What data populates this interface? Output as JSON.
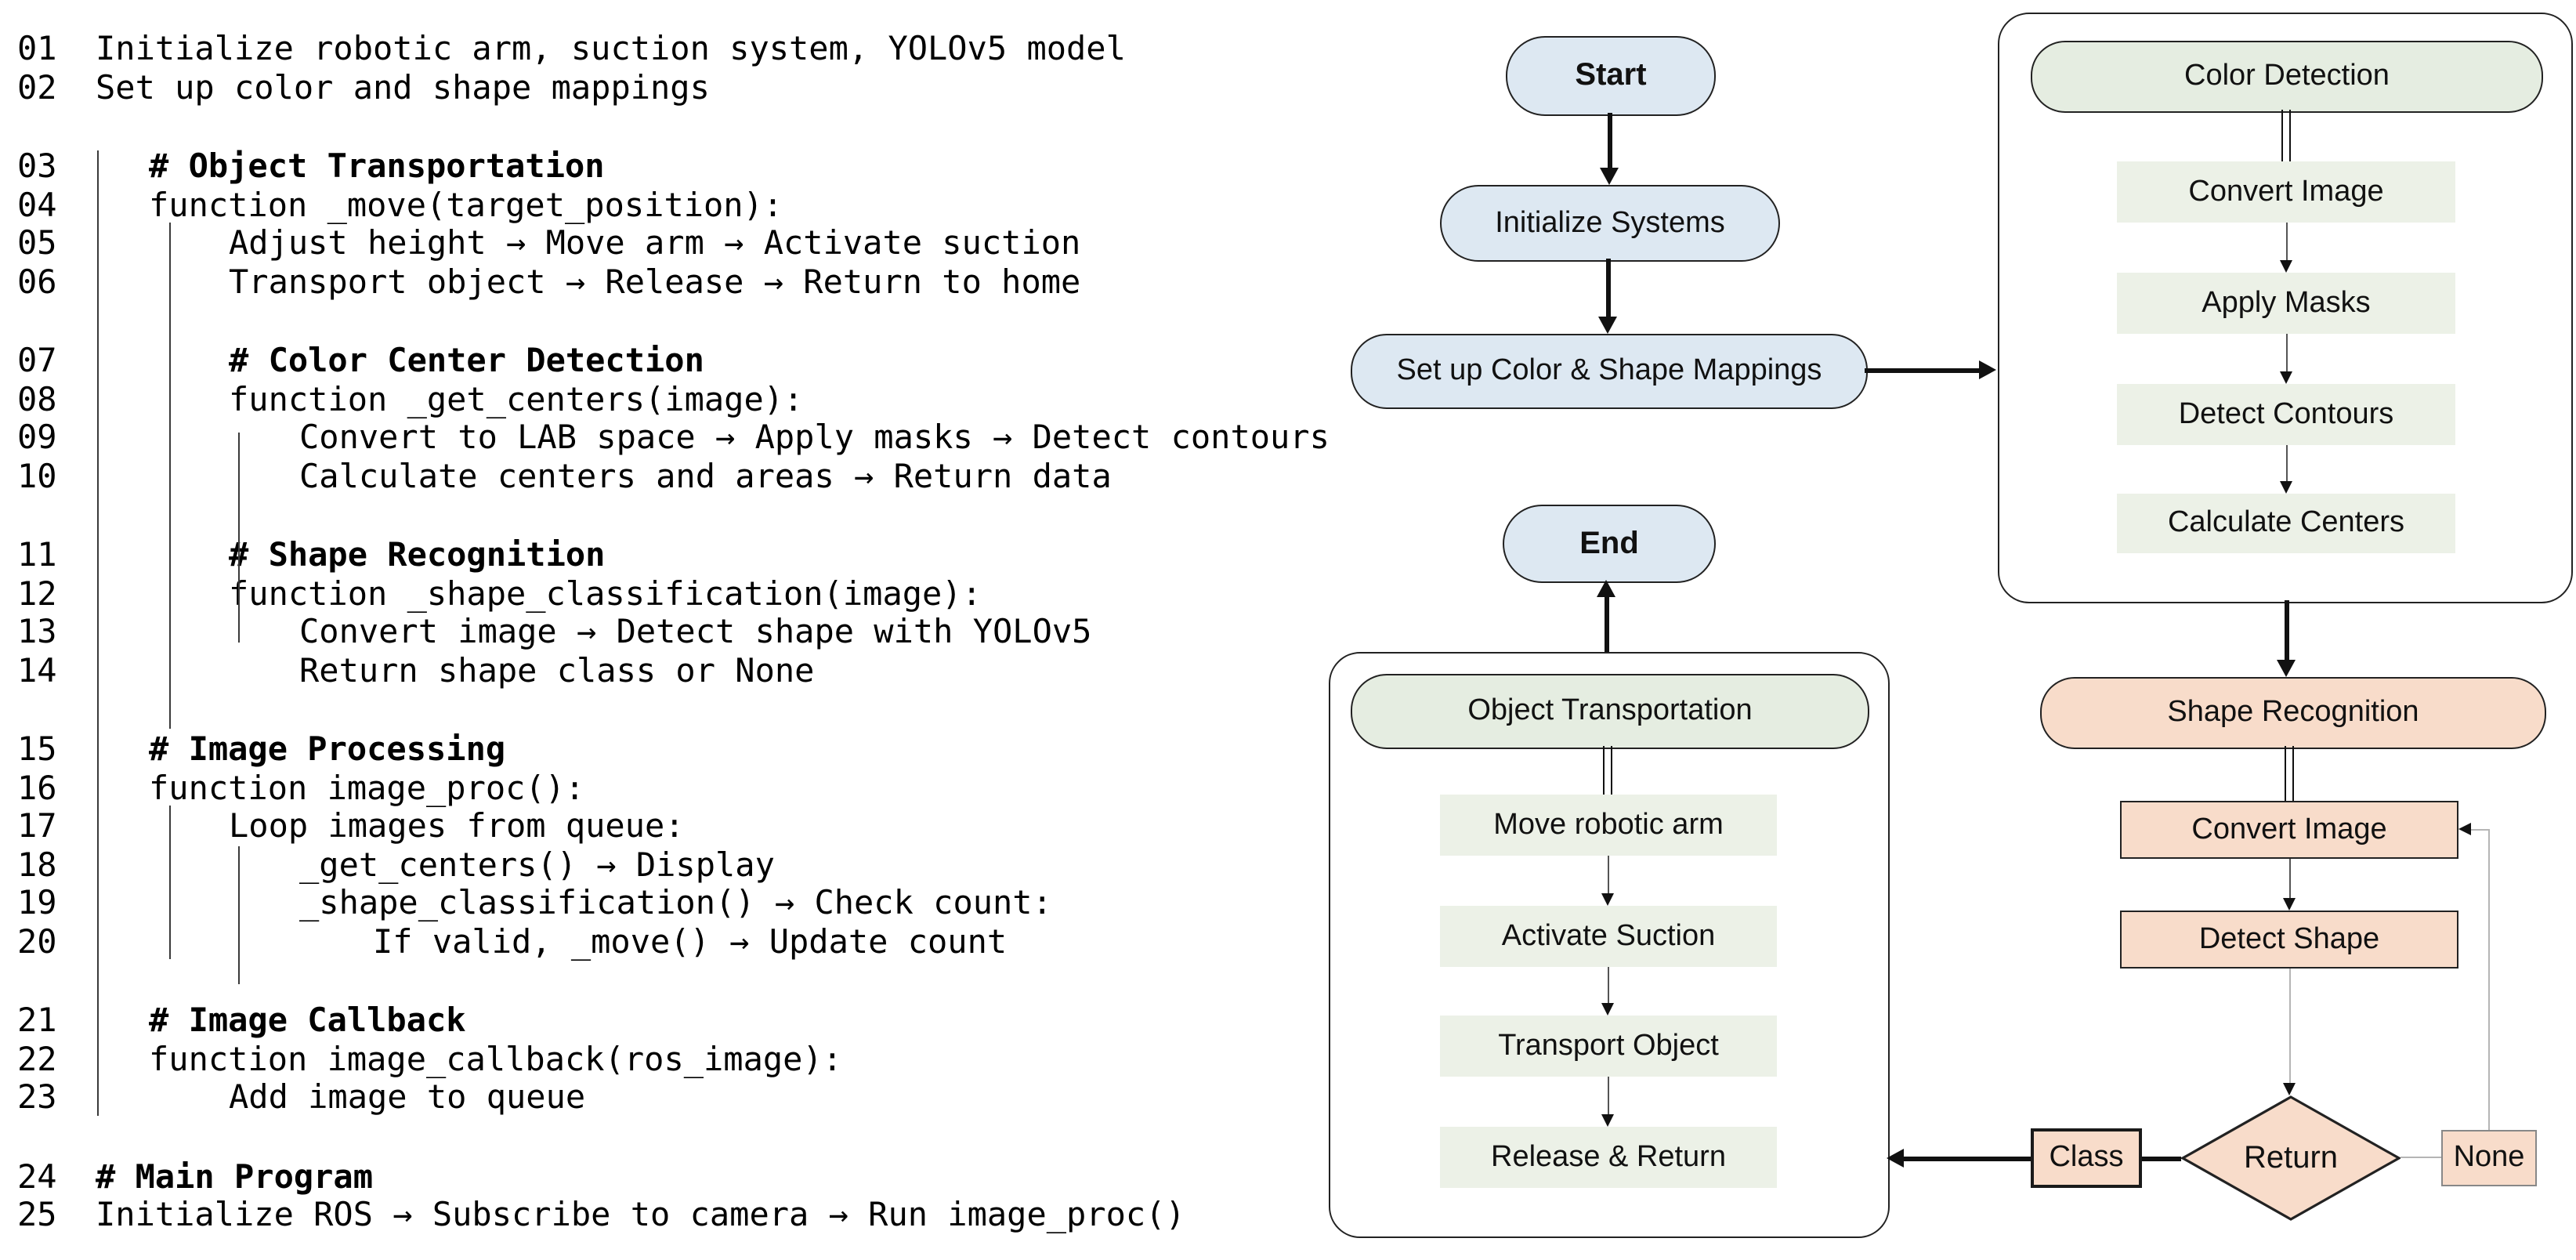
{
  "pseudocode": {
    "lines": [
      {
        "num": "01",
        "text": "Initialize robotic arm, suction system, YOLOv5 model",
        "indent": 0,
        "bold": false,
        "gap_before": false
      },
      {
        "num": "02",
        "text": "Set up color and shape mappings",
        "indent": 0,
        "bold": false,
        "gap_before": false
      },
      {
        "num": "03",
        "text": "# Object Transportation",
        "indent": 1,
        "bold": true,
        "gap_before": true
      },
      {
        "num": "04",
        "text": "function _move(target_position):",
        "indent": 1,
        "bold": false,
        "gap_before": false
      },
      {
        "num": "05",
        "text": "Adjust height → Move arm → Activate suction",
        "indent": 2,
        "bold": false,
        "gap_before": false
      },
      {
        "num": "06",
        "text": "Transport object → Release → Return to home",
        "indent": 2,
        "bold": false,
        "gap_before": false
      },
      {
        "num": "07",
        "text": "# Color Center Detection",
        "indent": 2,
        "bold": true,
        "gap_before": true
      },
      {
        "num": "08",
        "text": "function _get_centers(image):",
        "indent": 2,
        "bold": false,
        "gap_before": false
      },
      {
        "num": "09",
        "text": "Convert to LAB space → Apply masks → Detect contours",
        "indent": 3,
        "bold": false,
        "gap_before": false
      },
      {
        "num": "10",
        "text": "Calculate centers and areas → Return data",
        "indent": 3,
        "bold": false,
        "gap_before": false
      },
      {
        "num": "11",
        "text": "# Shape Recognition",
        "indent": 2,
        "bold": true,
        "gap_before": true
      },
      {
        "num": "12",
        "text": "function _shape_classification(image):",
        "indent": 2,
        "bold": false,
        "gap_before": false
      },
      {
        "num": "13",
        "text": "Convert image → Detect shape with YOLOv5",
        "indent": 3,
        "bold": false,
        "gap_before": false
      },
      {
        "num": "14",
        "text": "Return shape class or None",
        "indent": 3,
        "bold": false,
        "gap_before": false
      },
      {
        "num": "15",
        "text": "# Image Processing",
        "indent": 1,
        "bold": true,
        "gap_before": true
      },
      {
        "num": "16",
        "text": "function image_proc():",
        "indent": 1,
        "bold": false,
        "gap_before": false
      },
      {
        "num": "17",
        "text": "Loop images from queue:",
        "indent": 2,
        "bold": false,
        "gap_before": false
      },
      {
        "num": "18",
        "text": "_get_centers() → Display",
        "indent": 3,
        "bold": false,
        "gap_before": false
      },
      {
        "num": "19",
        "text": "_shape_classification() → Check count:",
        "indent": 3,
        "bold": false,
        "gap_before": false
      },
      {
        "num": "20",
        "text": "If valid, _move() → Update count",
        "indent": 4,
        "bold": false,
        "gap_before": false
      },
      {
        "num": "21",
        "text": "# Image Callback",
        "indent": 1,
        "bold": true,
        "gap_before": true
      },
      {
        "num": "22",
        "text": "function image_callback(ros_image):",
        "indent": 1,
        "bold": false,
        "gap_before": false
      },
      {
        "num": "23",
        "text": "Add image to queue",
        "indent": 2,
        "bold": false,
        "gap_before": false
      },
      {
        "num": "24",
        "text": "# Main Program",
        "indent": 0,
        "bold": true,
        "gap_before": true
      },
      {
        "num": "25",
        "text": "Initialize ROS → Subscribe to camera → Run image_proc()",
        "indent": 0,
        "bold": false,
        "gap_before": false
      }
    ]
  },
  "flowchart": {
    "nodes": {
      "start": "Start",
      "init": "Initialize Systems",
      "mappings": "Set up Color & Shape Mappings",
      "color_detection": "Color Detection",
      "cd_steps": [
        "Convert Image",
        "Apply Masks",
        "Detect Contours",
        "Calculate Centers"
      ],
      "shape_recognition": "Shape Recognition",
      "sr_steps": [
        "Convert Image",
        "Detect Shape"
      ],
      "end": "End",
      "object_transportation": "Object Transportation",
      "ot_steps": [
        "Move robotic arm",
        "Activate Suction",
        "Transport Object",
        "Release & Return"
      ],
      "decision": "Return",
      "class_label": "Class",
      "none_label": "None"
    },
    "colors": {
      "node_blue": "#dde8f2",
      "node_green": "#e5ede1",
      "step_green": "#ecf1e7",
      "node_peach": "#f8dcca",
      "line_dark": "#111111",
      "line_gray": "#555555",
      "line_light": "#b5b5b5"
    }
  }
}
